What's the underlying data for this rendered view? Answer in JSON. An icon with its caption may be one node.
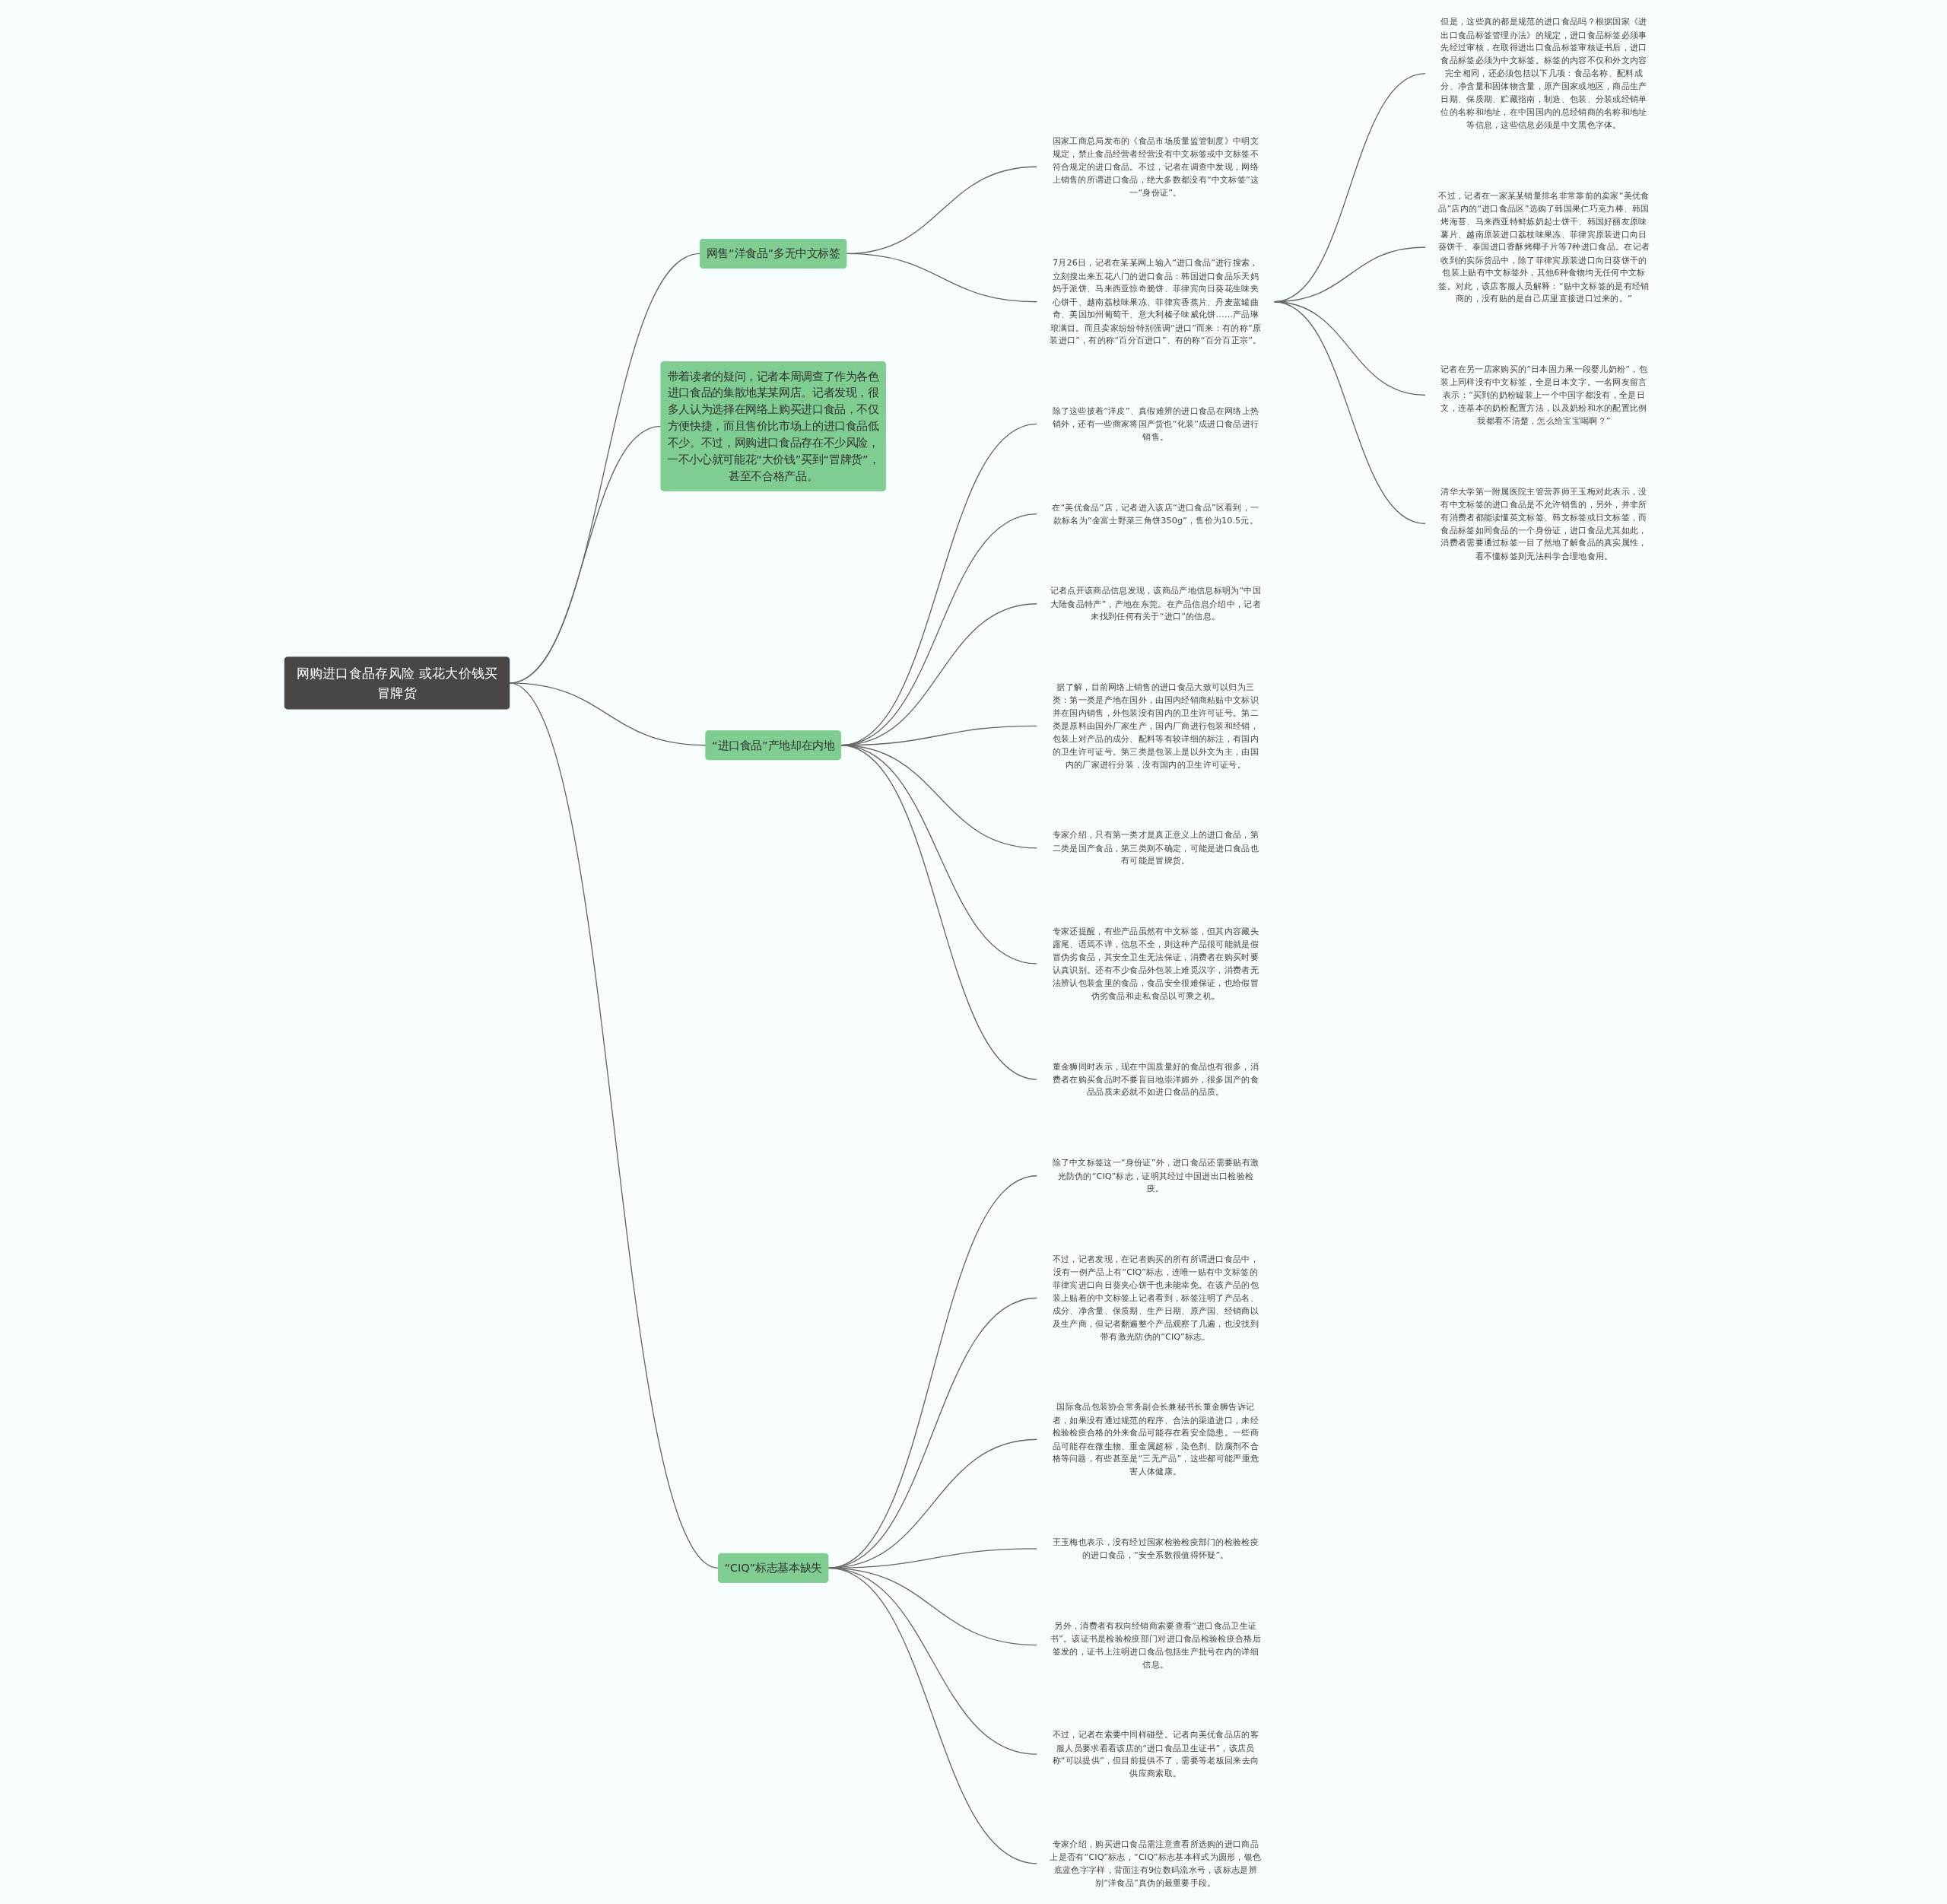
{
  "diagram": {
    "nodes": [
      {
        "text": [
          "网购进口食品存风险 或花大价钱买冒牌货"
        ]
      },
      {
        "text": [
          "网售“洋食品”多无中文标签"
        ]
      },
      {
        "text": [
          "国家工商总局发布的《食品市场质量监管制度》中明文规定，禁止食品经营者经营没有中文标签或中文标签不符合规定的进口食品。不过，记者在调查中发现，网络上销售的所谓进口食品，绝大多数都没有“中文标签”这一“身份证”。"
        ]
      },
      {
        "text": [
          "7月26日，记者在某某网上输入“进口食品”进行搜索，立刻搜出来五花八门的进口食品：韩国进口食品乐天妈妈手派饼、马来西亚惊奇脆饼、菲律宾向日葵花生味夹心饼干、越南荔枝味果冻、菲律宾香蕉片、丹麦蓝罐曲奇、美国加州葡萄干、意大利榛子味威化饼……产品琳琅满目。而且卖家纷纷特别强调“进口”而来：有的称“原装进口”，有的称“百分百进口”、有的称“百分百正宗”。"
        ]
      },
      {
        "text": [
          "但是，这些真的都是规范的进口食品吗？根据国家《进出口食品标签管理办法》的规定，进口食品标签必须事先经过审核，在取得进出口食品标签审核证书后，进口食品标签必须为中文标签。标签的内容不仅和外文内容完全相同，还必须包括以下几项：食品名称、配料成分、净含量和固体物含量，原产国家或地区，商品生产日期、保质期、贮藏指南，制造、包装、分装或经销单位的名称和地址，在中国国内的总经销商的名称和地址等信息，这些信息必须是中文黑色字体。"
        ]
      },
      {
        "text": [
          "不过，记者在一家某某销量排名非常靠前的卖家“美优食品”店内的“进口食品区”选购了韩国果仁巧克力棒、韩国烤海苔、马来西亚特鲜炼奶起士饼干、韩国好丽友原味薯片、越南原装进口荔枝味果冻、菲律宾原装进口向日葵饼干、泰国进口香酥烤椰子片等7种进口食品。在记者收到的实际货品中，除了菲律宾原装进口向日葵饼干的包装上贴有中文标签外，其他6种食物均无任何中文标签。对此，该店客服人员解释：“贴中文标签的是有经销商的，没有贴的是自己店里直接进口过来的。”"
        ]
      },
      {
        "text": [
          "记者在另一店家购买的“日本固力果一段婴儿奶粉”，包装上同样没有中文标签，全是日本文字。一名网友留言表示：“买到的奶粉罐装上一个中国字都没有，全是日文，连基本的奶粉配置方法，以及奶粉和水的配置比例我都看不清楚，怎么给宝宝喝啊？”"
        ]
      },
      {
        "text": [
          "清华大学第一附属医院主管营养师王玉梅对此表示，没有中文标签的进口食品是不允许销售的，另外，并非所有消费者都能读懂英文标签、韩文标签或日文标签，而食品标签如同食品的一个身份证，进口食品尤其如此，消费者需要通过标签一目了然地了解食品的真实属性，看不懂标签则无法科学合理地食用。"
        ]
      },
      {
        "text": [
          "带着读者的疑问，记者本周调查了作为各色进口食品的集散地某某网店。记者发现，很多人认为选择在网络上购买进口食品，不仅方便快捷，而且售价比市场上的进口食品低不少。不过，网购进口食品存在不少风险，一不小心就可能花“大价钱”买到“冒牌货”，甚至不合格产品。"
        ]
      },
      {
        "text": [
          "“进口食品”产地却在内地"
        ]
      },
      {
        "text": [
          "除了这些披着“洋皮”、真假难辨的进口食品在网络上热销外，还有一些商家将国产货也“化装”成进口食品进行销售。"
        ]
      },
      {
        "text": [
          "在“美优食品”店，记者进入该店“进口食品”区看到，一款标名为“金富士野菜三角饼350g”，售价为10.5元。"
        ]
      },
      {
        "text": [
          "记者点开该商品信息发现，该商品产地信息标明为“中国大陆食品特产”，产地在东莞。在产品信息介绍中，记者未找到任何有关于“进口”的信息。"
        ]
      },
      {
        "text": [
          "据了解，目前网络上销售的进口食品大致可以归为三类：第一类是产地在国外，由国内经销商粘贴中文标识并在国内销售，外包装没有国内的卫生许可证号。第二类是原料由国外厂家生产，国内厂商进行包装和经销，包装上对产品的成分、配料等有较详细的标注，有国内的卫生许可证号。第三类是包装上是以外文为主，由国内的厂家进行分装，没有国内的卫生许可证号。"
        ]
      },
      {
        "text": [
          "专家介绍，只有第一类才是真正意义上的进口食品，第二类是国产食品，第三类则不确定，可能是进口食品也有可能是冒牌货。"
        ]
      },
      {
        "text": [
          "专家还提醒，有些产品虽然有中文标签，但其内容藏头露尾、语焉不详，信息不全，则这种产品很可能就是假冒伪劣食品，其安全卫生无法保证，消费者在购买时要认真识别。还有不少食品外包装上难觅汉字，消费者无法辨认包装盒里的食品，食品安全很难保证，也给假冒伪劣食品和走私食品以可乘之机。"
        ]
      },
      {
        "text": [
          "董金狮同时表示，现在中国质量好的食品也有很多，消费者在购买食品时不要盲目地崇洋媚外，很多国产的食品品质未必就不如进口食品的品质。"
        ]
      },
      {
        "text": [
          "“CIQ”标志基本缺失"
        ]
      },
      {
        "text": [
          "除了中文标签这一“身份证”外，进口食品还需要贴有激光防伪的“CIQ”标志，证明其经过中国进出口检验检疫。"
        ]
      },
      {
        "text": [
          "不过，记者发现，在记者购买的所有所谓进口食品中，没有一例产品上有“CIQ”标志，连唯一贴有中文标签的菲律宾进口向日葵夹心饼干也未能幸免。在该产品的包装上贴着的中文标签上记者看到，标签注明了产品名、成分、净含量、保质期、生产日期、原产国、经销商以及生产商，但记者翻遍整个产品观察了几遍，也没找到带有激光防伪的“CIQ”标志。"
        ]
      },
      {
        "text": [
          "国际食品包装协会常务副会长兼秘书长董金狮告诉记者，如果没有通过规范的程序、合法的渠道进口，未经检验检疫合格的外来食品可能存在着安全隐患。一些商品可能存在微生物、重金属超标，染色剂、防腐剂不合格等问题，有些甚至是“三无产品”，这些都可能严重危害人体健康。"
        ]
      },
      {
        "text": [
          "王玉梅也表示，没有经过国家检验检疫部门的检验检疫的进口食品，“安全系数很值得怀疑”。"
        ]
      },
      {
        "text": [
          "另外，消费者有权向经销商索要查看“进口食品卫生证书”。该证书是检验检疫部门对进口食品检验检疫合格后签发的，证书上注明进口食品包括生产批号在内的详细信息。"
        ]
      },
      {
        "text": [
          "不过，记者在索要中同样碰壁。记者向美优食品店的客服人员要求看看该店的“进口食品卫生证书”，该店员称“可以提供”，但目前提供不了，需要等老板回来去向供应商索取。"
        ]
      },
      {
        "text": [
          "专家介绍，购买进口食品需注意查看所选购的进口商品上是否有“CIQ”标志，“CIQ”标志基本样式为圆形，银色底蓝色字字样，背面注有9位数码流水号，该标志是辨别“洋食品”真伪的最重要手段。"
        ]
      }
    ],
    "edges": [
      {
        "from": 0,
        "to": 1,
        "arrow": "none"
      },
      {
        "from": 1,
        "to": 2,
        "arrow": "none"
      },
      {
        "from": 1,
        "to": 3,
        "arrow": "none"
      },
      {
        "from": 3,
        "to": 4,
        "arrow": "none"
      },
      {
        "from": 3,
        "to": 5,
        "arrow": "none"
      },
      {
        "from": 3,
        "to": 6,
        "arrow": "none"
      },
      {
        "from": 3,
        "to": 7,
        "arrow": "none"
      },
      {
        "from": 0,
        "to": 8,
        "arrow": "none"
      },
      {
        "from": 0,
        "to": 9,
        "arrow": "none"
      },
      {
        "from": 9,
        "to": 10,
        "arrow": "none"
      },
      {
        "from": 9,
        "to": 11,
        "arrow": "none"
      },
      {
        "from": 9,
        "to": 12,
        "arrow": "none"
      },
      {
        "from": 9,
        "to": 13,
        "arrow": "none"
      },
      {
        "from": 9,
        "to": 14,
        "arrow": "none"
      },
      {
        "from": 9,
        "to": 15,
        "arrow": "none"
      },
      {
        "from": 9,
        "to": 16,
        "arrow": "none"
      },
      {
        "from": 0,
        "to": 17,
        "arrow": "none"
      },
      {
        "from": 17,
        "to": 18,
        "arrow": "none"
      },
      {
        "from": 17,
        "to": 19,
        "arrow": "none"
      },
      {
        "from": 17,
        "to": 20,
        "arrow": "none"
      },
      {
        "from": 17,
        "to": 21,
        "arrow": "none"
      },
      {
        "from": 17,
        "to": 22,
        "arrow": "none"
      },
      {
        "from": 17,
        "to": 23,
        "arrow": "none"
      },
      {
        "from": 17,
        "to": 24,
        "arrow": "none"
      }
    ]
  }
}
